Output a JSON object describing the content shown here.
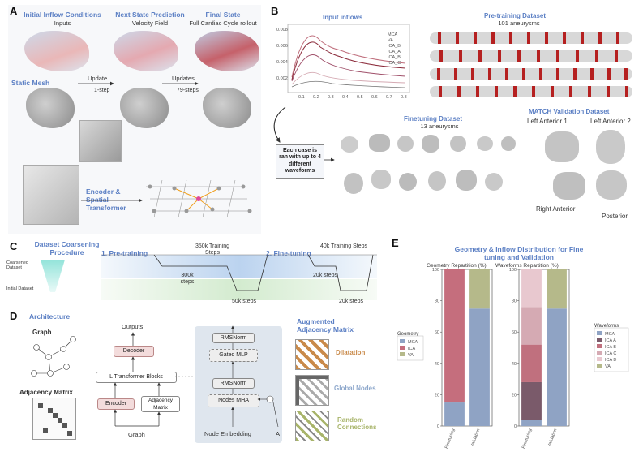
{
  "panels": {
    "a": "A",
    "b": "B",
    "c": "C",
    "d": "D",
    "e": "E"
  },
  "panel_a": {
    "initial_title": "Initial Inflow Conditions",
    "initial_sub": "Inputs",
    "next_title": "Next State Prediction",
    "next_sub": "Velocity Field",
    "final_title": "Final State",
    "final_sub": "Full Cardiac Cycle rollout",
    "static_mesh": "Static Mesh",
    "update": "Update",
    "one_step": "1-step",
    "updates": "Updates",
    "steps79": "79-steps",
    "encoder": "Encoder &\nSpatial\nTransformer"
  },
  "panel_b": {
    "input_inflows": "Input inflows",
    "pretrain_title": "Pre-training Dataset",
    "pretrain_sub": "101 aneurysms",
    "finetune_title": "Finetuning Dataset",
    "finetune_sub": "13 aneurysms",
    "match_title": "MATCH Validation Dataset",
    "left_ant1": "Left Anterior 1",
    "left_ant2": "Left Anterior 2",
    "right_ant": "Right Anterior",
    "posterior": "Posterior",
    "each_case": "Each case is ran with up to 4 different waveforms",
    "legend": [
      "MCA",
      "VA",
      "ICA_B",
      "ICA_A",
      "ICA_B",
      "ICA_C"
    ],
    "xticks": [
      "0.1",
      "0.2",
      "0.3",
      "0.4",
      "0.5",
      "0.6",
      "0.7",
      "0.8"
    ],
    "yticks": [
      "0.008",
      "0.006",
      "0.004",
      "0.002"
    ]
  },
  "panel_c": {
    "coarsening": "Dataset Coarsening Procedure",
    "coarsened": "Coarsened Dataset",
    "initial": "Initial Dataset",
    "pretraining": "1. Pre-training",
    "finetuning": "2. Fine-tuning",
    "s350k": "350k Training Steps",
    "s300k": "300k steps",
    "s50k": "50k steps",
    "s40k": "40k Training Steps",
    "s20k_a": "20k steps",
    "s20k_b": "20k steps"
  },
  "panel_d": {
    "architecture": "Architecture",
    "graph": "Graph",
    "adjacency": "Adjacency Matrix",
    "outputs": "Outputs",
    "decoder": "Decoder",
    "blocks": "L Transformer Blocks",
    "encoder": "Encoder",
    "adj_box": "Adjacency Matrix",
    "graph_bottom": "Graph",
    "rmsnorm1": "RMSNorm",
    "gated_mlp": "Gated MLP",
    "rmsnorm2": "RMSNorm",
    "nodes_mha": "Nodes MHA",
    "node_emb": "Node Embedding",
    "a_label": "A",
    "augmented": "Augmented Adjacency Matrix",
    "dilatation": "Dilatation",
    "global_nodes": "Global Nodes",
    "random": "Random Connections"
  },
  "panel_e": {
    "title": "Geometry & Inflow Distribution for Fine tuning and Validation",
    "left_title": "Geometry Repartition (%)",
    "right_title": "Waveforms Repartition (%)",
    "geo_legend_title": "Geometry",
    "wf_legend_title": "Waveforms",
    "yticks": [
      "100",
      "80",
      "60",
      "40",
      "20",
      "0"
    ]
  },
  "chart_data": [
    {
      "type": "bar",
      "title": "Geometry Repartition (%)",
      "categories": [
        "Finetuning",
        "Validation"
      ],
      "ylim": [
        0,
        100
      ],
      "series": [
        {
          "name": "MCA",
          "values": [
            15,
            75
          ],
          "color": "#8fa3c4"
        },
        {
          "name": "ICA",
          "values": [
            85,
            0
          ],
          "color": "#c56e7d"
        },
        {
          "name": "VA",
          "values": [
            0,
            25
          ],
          "color": "#b5b98a"
        }
      ]
    },
    {
      "type": "bar",
      "title": "Waveforms Repartition (%)",
      "categories": [
        "Finetuning",
        "Validation"
      ],
      "ylim": [
        0,
        100
      ],
      "series": [
        {
          "name": "MCA",
          "values": [
            4,
            75
          ],
          "color": "#8fa3c4"
        },
        {
          "name": "ICA A",
          "values": [
            24,
            0
          ],
          "color": "#7a5a6a"
        },
        {
          "name": "ICA B",
          "values": [
            24,
            0
          ],
          "color": "#c0707e"
        },
        {
          "name": "ICA C",
          "values": [
            24,
            0
          ],
          "color": "#d5aab3"
        },
        {
          "name": "ICA D",
          "values": [
            24,
            0
          ],
          "color": "#e8c8cf"
        },
        {
          "name": "VA",
          "values": [
            0,
            25
          ],
          "color": "#b5b98a"
        }
      ]
    }
  ],
  "colors": {
    "accent": "#5b7fc4",
    "orange": "#c98a4a",
    "green": "#a8b46a",
    "aneurysm": "#b32020"
  }
}
